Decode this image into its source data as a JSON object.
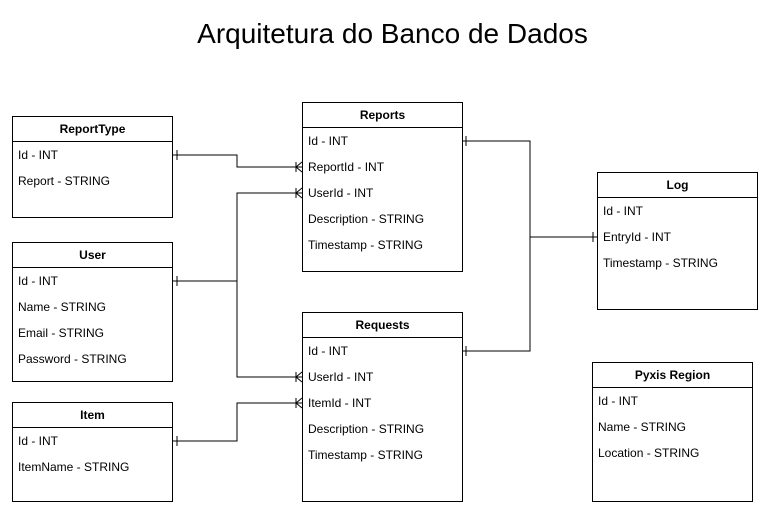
{
  "title": "Arquitetura do Banco de Dados",
  "entities": {
    "report_type": {
      "name": "ReportType",
      "fields": [
        "Id - INT",
        "Report - STRING"
      ]
    },
    "user": {
      "name": "User",
      "fields": [
        "Id - INT",
        "Name - STRING",
        "Email - STRING",
        "Password - STRING"
      ]
    },
    "item": {
      "name": "Item",
      "fields": [
        "Id - INT",
        "ItemName - STRING"
      ]
    },
    "reports": {
      "name": "Reports",
      "fields": [
        "Id - INT",
        "ReportId - INT",
        "UserId - INT",
        "Description - STRING",
        "Timestamp - STRING"
      ]
    },
    "requests": {
      "name": "Requests",
      "fields": [
        "Id - INT",
        "UserId - INT",
        "ItemId - INT",
        "Description - STRING",
        "Timestamp - STRING"
      ]
    },
    "log": {
      "name": "Log",
      "fields": [
        "Id - INT",
        "EntryId - INT",
        "Timestamp - STRING"
      ]
    },
    "pyxis_region": {
      "name": "Pyxis Region",
      "fields": [
        "Id - INT",
        "Name - STRING",
        "Location - STRING"
      ]
    }
  },
  "relationships": [
    {
      "from": "ReportType.Id",
      "to": "Reports.ReportId",
      "cardinality": "one-to-many"
    },
    {
      "from": "User.Id",
      "to": "Reports.UserId",
      "cardinality": "one-to-many"
    },
    {
      "from": "User.Id",
      "to": "Requests.UserId",
      "cardinality": "one-to-many"
    },
    {
      "from": "Item.Id",
      "to": "Requests.ItemId",
      "cardinality": "one-to-many"
    },
    {
      "from": "Reports.Id",
      "to": "Log.EntryId",
      "cardinality": "one-to-one"
    },
    {
      "from": "Requests.Id",
      "to": "Log.EntryId",
      "cardinality": "one-to-one"
    }
  ]
}
